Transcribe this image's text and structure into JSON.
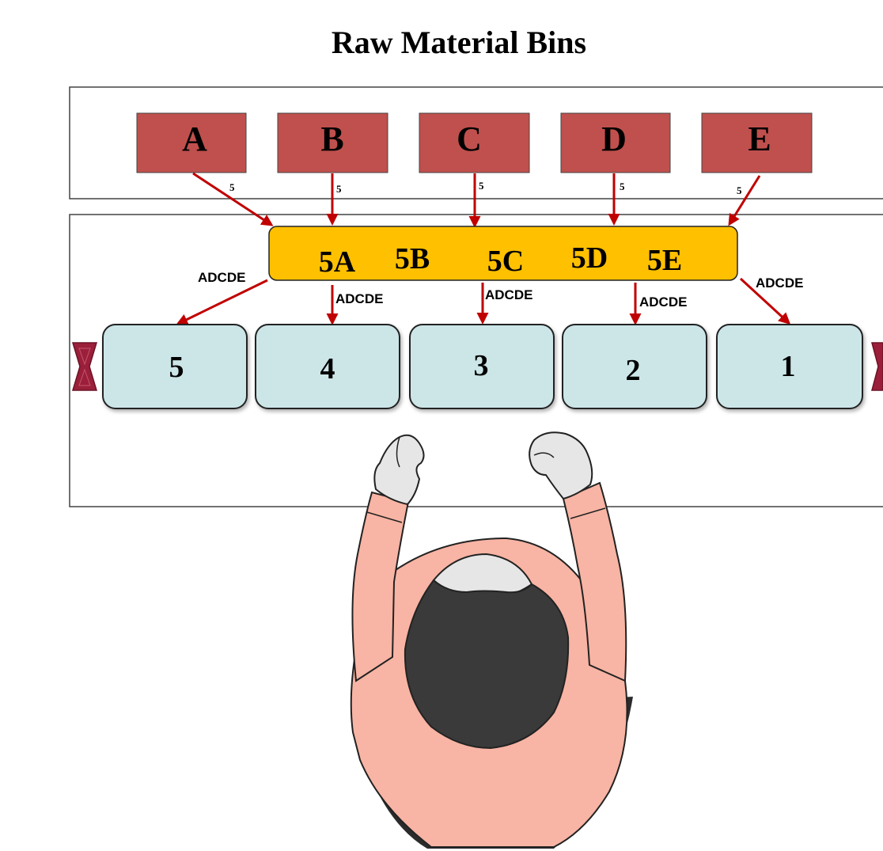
{
  "title": "Raw Material Bins",
  "bins": [
    {
      "label": "A",
      "qty": "5"
    },
    {
      "label": "B",
      "qty": "5"
    },
    {
      "label": "C",
      "qty": "5"
    },
    {
      "label": "D",
      "qty": "5"
    },
    {
      "label": "E",
      "qty": "5"
    }
  ],
  "kit_tray": {
    "items": [
      "5A",
      "5B",
      "5C",
      "5D",
      "5E"
    ]
  },
  "flow_label": "ADCDE",
  "stations": [
    {
      "label": "5"
    },
    {
      "label": "4"
    },
    {
      "label": "3"
    },
    {
      "label": "2"
    },
    {
      "label": "1"
    }
  ],
  "colors": {
    "bin_fill": "#c0504d",
    "arrow": "#c00000",
    "tray_fill": "#ffc000",
    "station_fill": "#cce6e8",
    "sleeve": "#f8b4a4",
    "hair": "#3a3a3a",
    "glove": "#e6e6e6",
    "marker": "#9b1f3a"
  }
}
